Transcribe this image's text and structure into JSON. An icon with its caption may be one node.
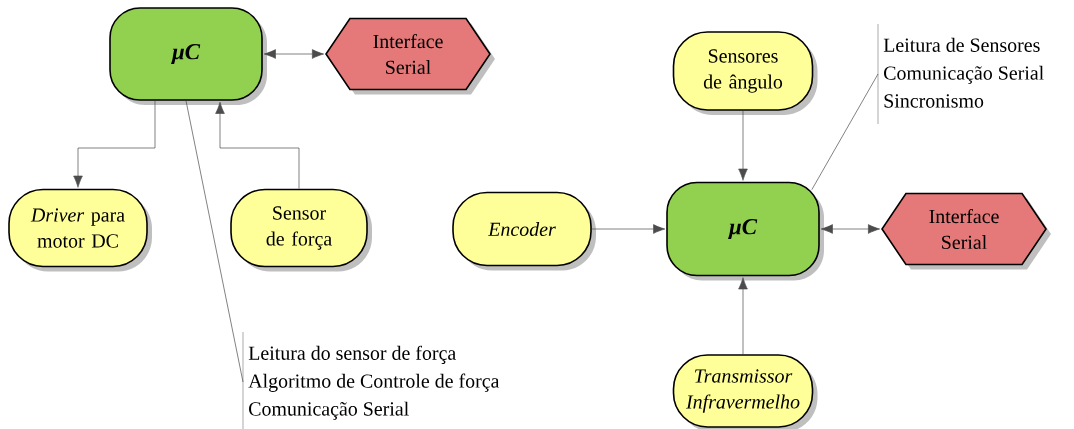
{
  "diagram": {
    "nodes": [
      {
        "text": [
          "μC"
        ]
      },
      {
        "text": [
          "Interface Serial"
        ]
      },
      {
        "text": [
          "*Driver* para motor DC"
        ]
      },
      {
        "text": [
          "Sensor de força"
        ]
      },
      {
        "text": [
          "Leitura do sensor de força",
          "Algoritmo de Controle de força",
          "Comunicação Serial"
        ]
      },
      {
        "text": [
          "Sensores de ângulo"
        ]
      },
      {
        "text": [
          "Encoder"
        ]
      },
      {
        "text": [
          "μC"
        ]
      },
      {
        "text": [
          "Interface Serial"
        ]
      },
      {
        "text": [
          "Transmissor Infravermelho"
        ]
      },
      {
        "text": [
          "Leitura de Sensores",
          "Comunicação Serial",
          "Sincronismo"
        ]
      }
    ],
    "edges": [
      {
        "from": 0,
        "to": 1,
        "arrow": "both"
      },
      {
        "from": 0,
        "to": 2,
        "arrow": "to"
      },
      {
        "from": 3,
        "to": 0,
        "arrow": "to"
      },
      {
        "from": 0,
        "to": 4,
        "arrow": "none"
      },
      {
        "from": 5,
        "to": 7,
        "arrow": "to"
      },
      {
        "from": 6,
        "to": 7,
        "arrow": "to"
      },
      {
        "from": 7,
        "to": 8,
        "arrow": "both"
      },
      {
        "from": 9,
        "to": 7,
        "arrow": "to"
      },
      {
        "from": 7,
        "to": 10,
        "arrow": "none"
      }
    ]
  }
}
